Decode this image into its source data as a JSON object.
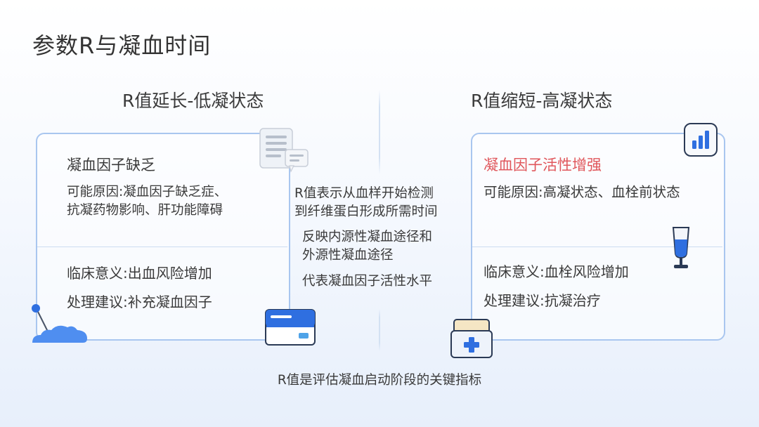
{
  "title": "参数R与凝血时间",
  "left": {
    "heading": "R值延长-低凝状态",
    "top_heading": "凝血因子缺乏",
    "cause_line1": "可能原因:凝血因子缺乏症、",
    "cause_line2": "抗凝药物影响、肝功能障碍",
    "clinical": "临床意义:出血风险增加",
    "treatment": "处理建议:补充凝血因子"
  },
  "center": {
    "line1": "R值表示从血样开始检测",
    "line2": "到纤维蛋白形成所需时间",
    "line3": "反映内源性凝血途径和",
    "line4": "外源性凝血途径",
    "line5": "代表凝血因子活性水平"
  },
  "right": {
    "heading": "R值缩短-高凝状态",
    "top_heading": "凝血因子活性增强",
    "cause": "可能原因:高凝状态、血栓前状态",
    "clinical": "临床意义:血栓风险增加",
    "treatment": "处理建议:抗凝治疗"
  },
  "footer": "R值是评估凝血启动阶段的关键指标",
  "colors": {
    "accent_red": "#e0565b",
    "card_border": "#a9c6ef",
    "icon_blue": "#2f6fe0"
  },
  "icons": [
    "document-chat-icon",
    "bar-chart-icon",
    "cloud-pin-icon",
    "card-window-icon",
    "medical-kit-icon",
    "test-tube-icon"
  ]
}
